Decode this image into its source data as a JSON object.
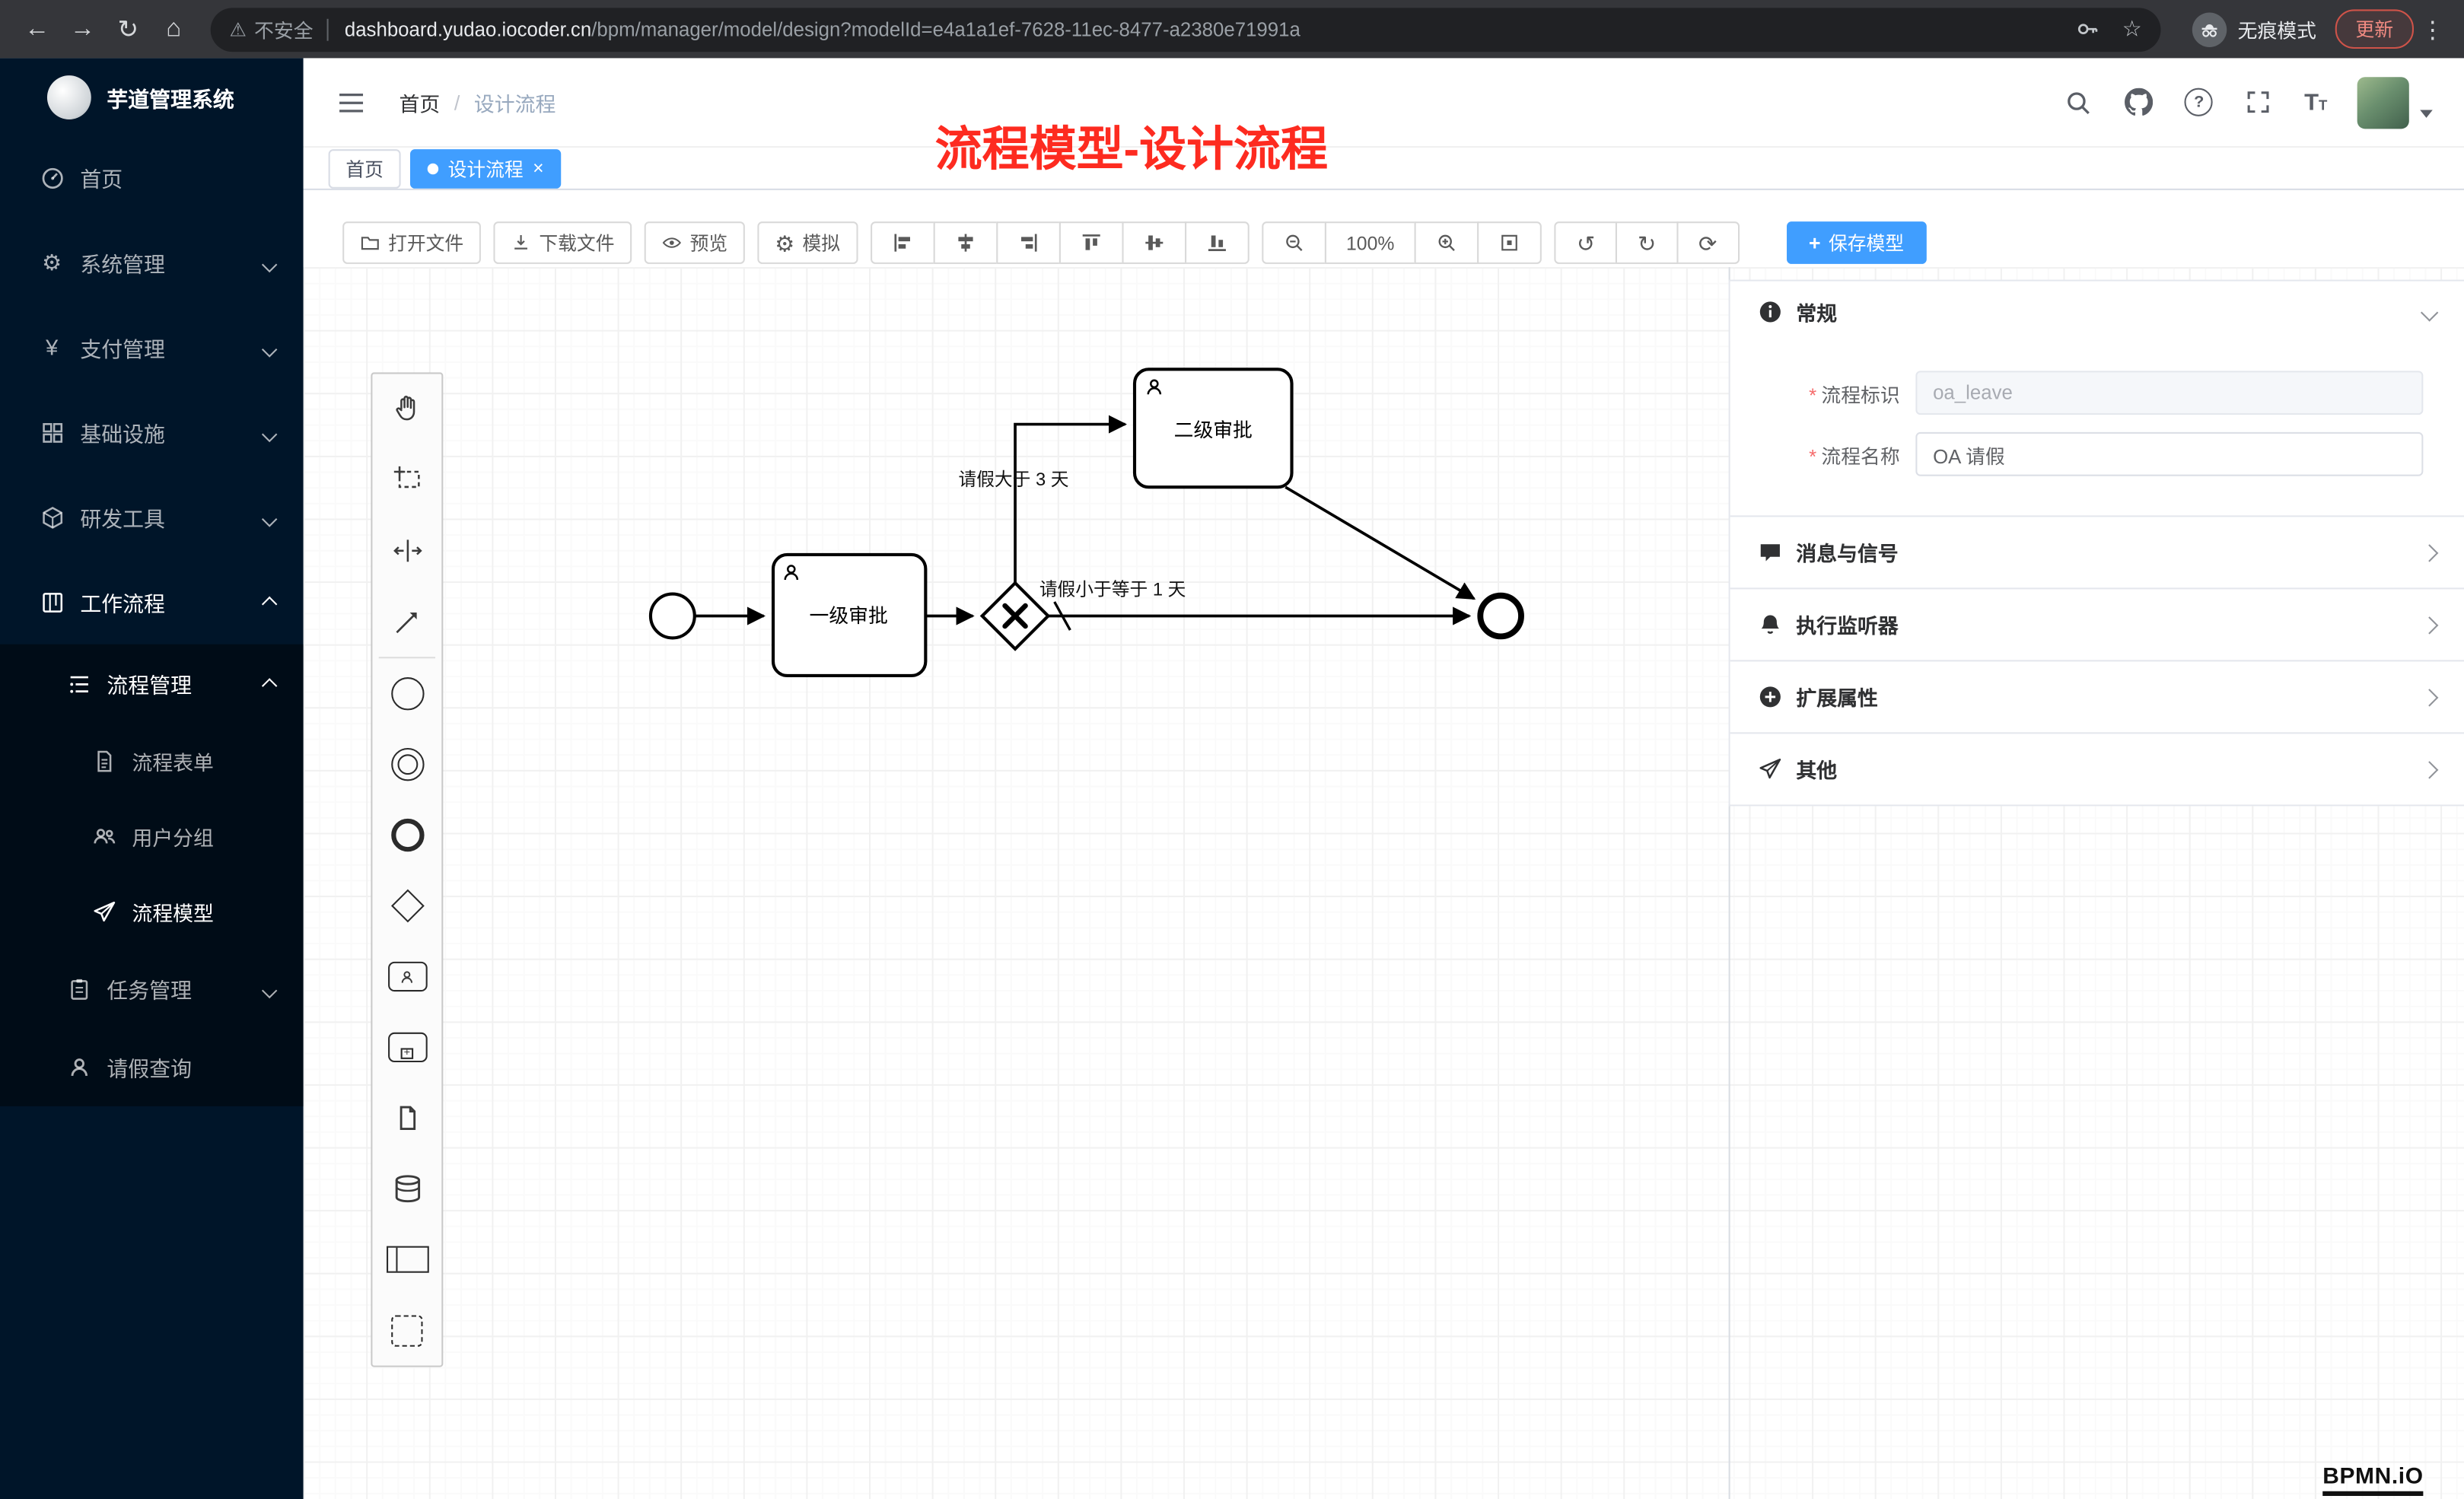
{
  "browser": {
    "security_label": "不安全",
    "url_domain": "dashboard.yudao.iocoder.cn",
    "url_path": "/bpm/manager/model/design?modelId=e4a1a1ef-7628-11ec-8477-a2380e71991a",
    "incognito_label": "无痕模式",
    "update_label": "更新"
  },
  "sidebar": {
    "app_title": "芋道管理系统",
    "items": [
      {
        "label": "首页"
      },
      {
        "label": "系统管理"
      },
      {
        "label": "支付管理"
      },
      {
        "label": "基础设施"
      },
      {
        "label": "研发工具"
      },
      {
        "label": "工作流程"
      },
      {
        "label": "流程管理"
      },
      {
        "label": "流程表单"
      },
      {
        "label": "用户分组"
      },
      {
        "label": "流程模型"
      },
      {
        "label": "任务管理"
      },
      {
        "label": "请假查询"
      }
    ]
  },
  "header": {
    "breadcrumb_home": "首页",
    "breadcrumb_sep": "/",
    "breadcrumb_current": "设计流程",
    "annotation": "流程模型-设计流程"
  },
  "tabs": {
    "home_label": "首页",
    "active_label": "设计流程"
  },
  "toolbar": {
    "open": "打开文件",
    "download": "下载文件",
    "preview": "预览",
    "simulate": "模拟",
    "zoom_level": "100%",
    "save": "保存模型"
  },
  "diagram": {
    "task1": "一级审批",
    "task2": "二级审批",
    "flow_gt": "请假大于 3 天",
    "flow_le": "请假小于等于 1 天"
  },
  "panel": {
    "general_title": "常规",
    "required_mark": "*",
    "field_key_label": "流程标识",
    "field_key_value": "oa_leave",
    "field_name_label": "流程名称",
    "field_name_value": "OA 请假",
    "sections": [
      {
        "label": "消息与信号"
      },
      {
        "label": "执行监听器"
      },
      {
        "label": "扩展属性"
      },
      {
        "label": "其他"
      }
    ]
  },
  "footer": {
    "bpmn_logo": "BPMN.iO"
  }
}
